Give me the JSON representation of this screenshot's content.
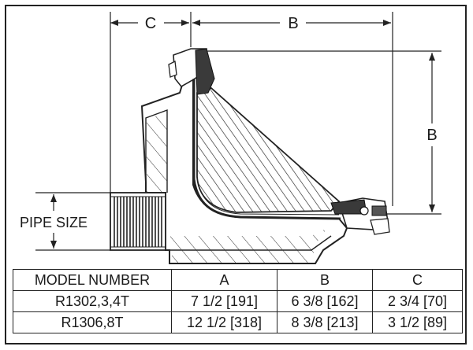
{
  "diagram": {
    "dim_c_label": "C",
    "dim_b_top_label": "B",
    "dim_b_right_label": "B",
    "pipe_size_label": "PIPE SIZE"
  },
  "table": {
    "headers": [
      "MODEL NUMBER",
      "A",
      "B",
      "C"
    ],
    "rows": [
      [
        "R1302,3,4T",
        "7 1/2 [191]",
        "6 3/8 [162]",
        "2 3/4 [70]"
      ],
      [
        "R1306,8T",
        "12 1/2 [318]",
        "8 3/8 [213]",
        "3 1/2 [89]"
      ]
    ]
  }
}
